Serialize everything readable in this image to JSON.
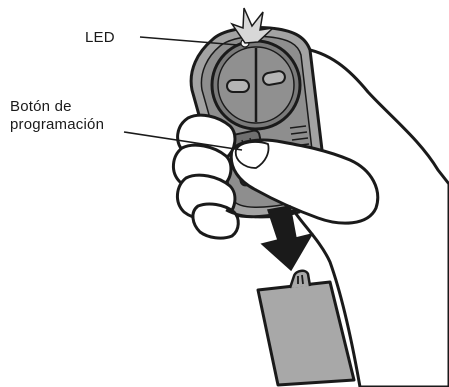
{
  "labels": {
    "led": "LED",
    "programming_button_line1": "Botón de",
    "programming_button_line2": "programación"
  },
  "colors": {
    "ink": "#1a1a1a",
    "remote_body": "#9a9a9a",
    "remote_body_dark": "#6e6e6e",
    "dial": "#8c8c8c",
    "hand": "#ffffff",
    "cover": "#a8a8a8"
  }
}
